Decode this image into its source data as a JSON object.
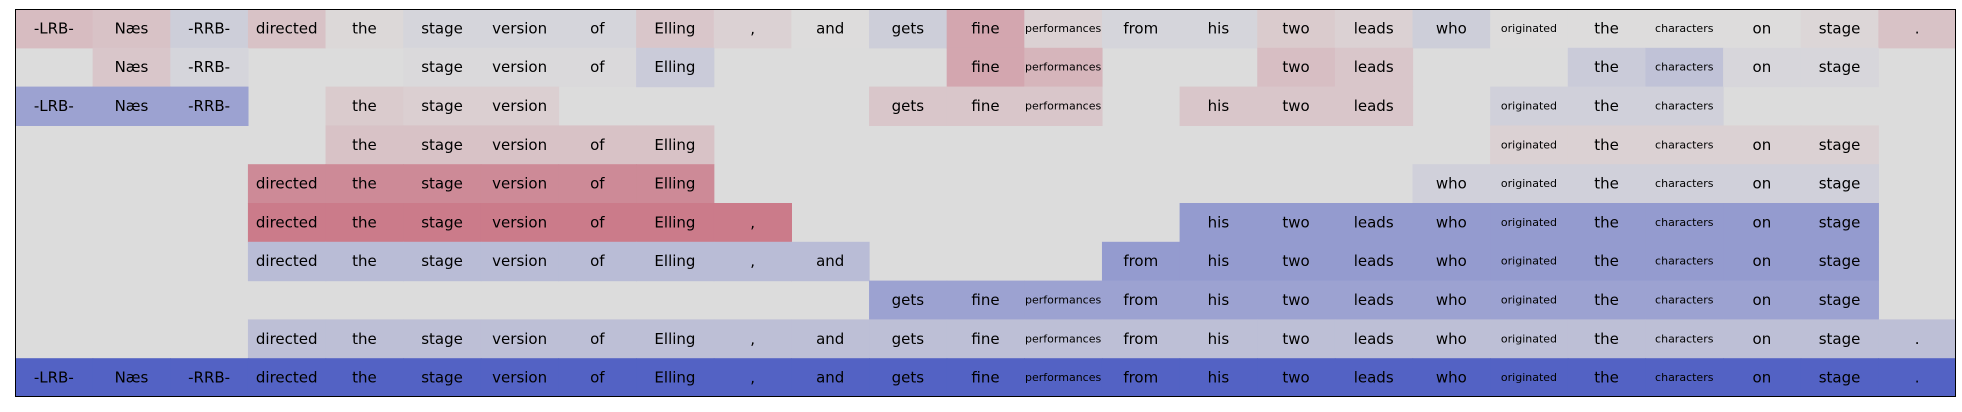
{
  "chart_data": {
    "type": "heatmap",
    "title": "",
    "xlabel": "",
    "ylabel": "",
    "value_range": [
      -1,
      1
    ],
    "colors": {
      "negative": "#3b4cc0",
      "neutral": "#dddcdc",
      "positive": "#b40426"
    },
    "tokens": [
      "-LRB-",
      "Næs",
      "-RRB-",
      "directed",
      "the",
      "stage",
      "version",
      "of",
      "Elling",
      ",",
      "and",
      "gets",
      "fine",
      "performances",
      "from",
      "his",
      "two",
      "leads",
      "who",
      "originated",
      "the",
      "characters",
      "on",
      "stage",
      "."
    ],
    "rows": [
      {
        "tokens": [
          "-LRB-",
          "Næs",
          "-RRB-",
          "directed",
          "the",
          "stage",
          "version",
          "of",
          "Elling",
          ",",
          "and",
          "gets",
          "fine",
          "performances",
          "from",
          "his",
          "two",
          "leads",
          "who",
          "originated",
          "the",
          "characters",
          "on",
          "stage",
          "."
        ],
        "values": [
          0.15,
          0.12,
          -0.1,
          0.12,
          0.02,
          -0.05,
          -0.05,
          -0.05,
          0.1,
          0.05,
          0,
          -0.1,
          0.25,
          0.05,
          -0.05,
          -0.05,
          0.08,
          0.05,
          -0.1,
          0,
          0,
          0,
          0,
          0.03,
          0.12
        ]
      },
      {
        "tokens": [
          "",
          "Næs",
          "-RRB-",
          "",
          "",
          "stage",
          "version",
          "of",
          "Elling",
          "",
          "",
          "",
          "fine",
          "performances",
          "",
          "",
          "two",
          "leads",
          "",
          "",
          "the",
          "characters",
          "on",
          "stage",
          ""
        ],
        "values": [
          0,
          0.1,
          -0.05,
          0,
          0,
          -0.02,
          -0.02,
          -0.02,
          -0.12,
          0,
          0,
          0,
          0.25,
          0.18,
          0,
          0,
          0.14,
          0.1,
          0,
          0,
          -0.12,
          -0.18,
          -0.04,
          -0.04,
          0
        ]
      },
      {
        "tokens": [
          "-LRB-",
          "Næs",
          "-RRB-",
          "",
          "the",
          "stage",
          "version",
          "",
          "",
          "",
          "",
          "gets",
          "fine",
          "performances",
          "",
          "his",
          "two",
          "leads",
          "",
          "originated",
          "the",
          "characters",
          "",
          "",
          ""
        ],
        "values": [
          -0.4,
          -0.4,
          -0.4,
          0,
          0.08,
          0.06,
          0.06,
          0,
          0,
          0,
          0,
          0.1,
          0.1,
          0.1,
          0,
          0.1,
          0.1,
          0.1,
          0,
          -0.08,
          -0.08,
          -0.08,
          0,
          0,
          0
        ]
      },
      {
        "tokens": [
          "",
          "",
          "",
          "",
          "the",
          "stage",
          "version",
          "of",
          "Elling",
          "",
          "",
          "",
          "",
          "",
          "",
          "",
          "",
          "",
          "",
          "originated",
          "the",
          "characters",
          "on",
          "stage",
          ""
        ],
        "values": [
          0,
          0,
          0,
          0,
          0.12,
          0.12,
          0.12,
          0.12,
          0.12,
          0,
          0,
          0,
          0,
          0,
          0,
          0,
          0,
          0,
          0,
          0.05,
          0.05,
          0.05,
          0.05,
          0.05,
          0
        ]
      },
      {
        "tokens": [
          "",
          "",
          "",
          "directed",
          "the",
          "stage",
          "version",
          "of",
          "Elling",
          "",
          "",
          "",
          "",
          "",
          "",
          "",
          "",
          "",
          "who",
          "originated",
          "the",
          "characters",
          "on",
          "stage",
          ""
        ],
        "values": [
          0,
          0,
          0,
          0.38,
          0.38,
          0.38,
          0.38,
          0.38,
          0.38,
          0,
          0,
          0,
          0,
          0,
          0,
          0,
          0,
          0,
          -0.08,
          -0.08,
          -0.08,
          -0.08,
          -0.08,
          -0.08,
          0
        ]
      },
      {
        "tokens": [
          "",
          "",
          "",
          "directed",
          "the",
          "stage",
          "version",
          "of",
          "Elling",
          ",",
          "",
          "",
          "",
          "",
          "",
          "his",
          "two",
          "leads",
          "who",
          "originated",
          "the",
          "characters",
          "on",
          "stage",
          ""
        ],
        "values": [
          0,
          0,
          0,
          0.45,
          0.45,
          0.45,
          0.45,
          0.45,
          0.45,
          0.45,
          0,
          0,
          0,
          0,
          0,
          -0.45,
          -0.45,
          -0.45,
          -0.45,
          -0.45,
          -0.45,
          -0.45,
          -0.45,
          -0.45,
          0
        ]
      },
      {
        "tokens": [
          "",
          "",
          "",
          "directed",
          "the",
          "stage",
          "version",
          "of",
          "Elling",
          ",",
          "and",
          "",
          "",
          "",
          "from",
          "his",
          "two",
          "leads",
          "who",
          "originated",
          "the",
          "characters",
          "on",
          "stage",
          ""
        ],
        "values": [
          0,
          0,
          0,
          -0.22,
          -0.22,
          -0.22,
          -0.22,
          -0.22,
          -0.22,
          -0.22,
          -0.22,
          0,
          0,
          0,
          -0.45,
          -0.45,
          -0.45,
          -0.45,
          -0.45,
          -0.45,
          -0.45,
          -0.45,
          -0.45,
          -0.45,
          0
        ]
      },
      {
        "tokens": [
          "",
          "",
          "",
          "",
          "",
          "",
          "",
          "",
          "",
          "",
          "",
          "gets",
          "fine",
          "performances",
          "from",
          "his",
          "two",
          "leads",
          "who",
          "originated",
          "the",
          "characters",
          "on",
          "stage",
          ""
        ],
        "values": [
          0,
          0,
          0,
          0,
          0,
          0,
          0,
          0,
          0,
          0,
          0,
          -0.4,
          -0.4,
          -0.4,
          -0.4,
          -0.4,
          -0.4,
          -0.4,
          -0.4,
          -0.4,
          -0.4,
          -0.4,
          -0.4,
          -0.4,
          0
        ]
      },
      {
        "tokens": [
          "",
          "",
          "",
          "directed",
          "the",
          "stage",
          "version",
          "of",
          "Elling",
          ",",
          "and",
          "gets",
          "fine",
          "performances",
          "from",
          "his",
          "two",
          "leads",
          "who",
          "originated",
          "the",
          "characters",
          "on",
          "stage",
          "."
        ],
        "values": [
          0,
          0,
          0,
          -0.2,
          -0.2,
          -0.2,
          -0.2,
          -0.2,
          -0.2,
          -0.2,
          -0.2,
          -0.2,
          -0.2,
          -0.2,
          -0.2,
          -0.2,
          -0.2,
          -0.2,
          -0.2,
          -0.2,
          -0.2,
          -0.2,
          -0.2,
          -0.2,
          -0.2
        ]
      },
      {
        "tokens": [
          "-LRB-",
          "Næs",
          "-RRB-",
          "directed",
          "the",
          "stage",
          "version",
          "of",
          "Elling",
          ",",
          "and",
          "gets",
          "fine",
          "performances",
          "from",
          "his",
          "two",
          "leads",
          "who",
          "originated",
          "the",
          "characters",
          "on",
          "stage",
          "."
        ],
        "values": [
          -0.85,
          -0.85,
          -0.85,
          -0.85,
          -0.85,
          -0.85,
          -0.85,
          -0.85,
          -0.85,
          -0.85,
          -0.85,
          -0.85,
          -0.85,
          -0.85,
          -0.85,
          -0.85,
          -0.85,
          -0.85,
          -0.85,
          -0.85,
          -0.85,
          -0.85,
          -0.85,
          -0.85,
          -0.85
        ]
      }
    ]
  }
}
